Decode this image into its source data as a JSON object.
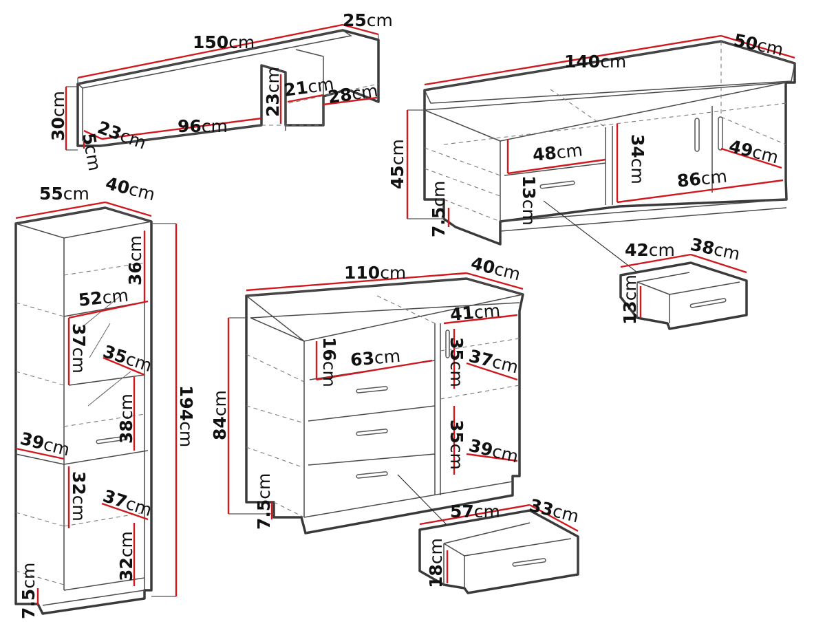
{
  "unit": "cm",
  "shelf": {
    "width": "150",
    "depth": "25",
    "height": "30",
    "gap_width": "96",
    "gap_depth": "23",
    "bottom_thickness": "5",
    "shelf_height": "23",
    "compartment_width": "21",
    "compartment_depth": "28"
  },
  "tv_cabinet": {
    "width": "140",
    "depth": "50",
    "height": "45",
    "plinth": "7.5",
    "niche_height": "13",
    "niche_width": "48",
    "compartment_height": "34",
    "compartment_width": "86",
    "compartment_depth": "49"
  },
  "tv_drawer": {
    "width": "42",
    "depth": "38",
    "height": "13"
  },
  "tall_cabinet": {
    "width": "55",
    "depth": "40",
    "height": "194",
    "plinth": "7.5",
    "top_space_height": "36",
    "inner_width": "52",
    "shelf_height_1": "37",
    "shelf_depth_1": "35",
    "shelf_height_2": "38",
    "inner_depth": "39",
    "shelf_height_3": "32",
    "shelf_depth_3": "37",
    "bottom_space_height": "32"
  },
  "dresser": {
    "width": "110",
    "depth": "40",
    "height": "84",
    "plinth": "7.5",
    "top_drawer_height": "16",
    "drawer_width": "63",
    "door_width": "41",
    "upper_shelf_height": "35",
    "upper_shelf_depth": "37",
    "lower_shelf_height": "35",
    "lower_shelf_depth": "39"
  },
  "dresser_drawer": {
    "width": "57",
    "depth": "33",
    "height": "18"
  }
}
